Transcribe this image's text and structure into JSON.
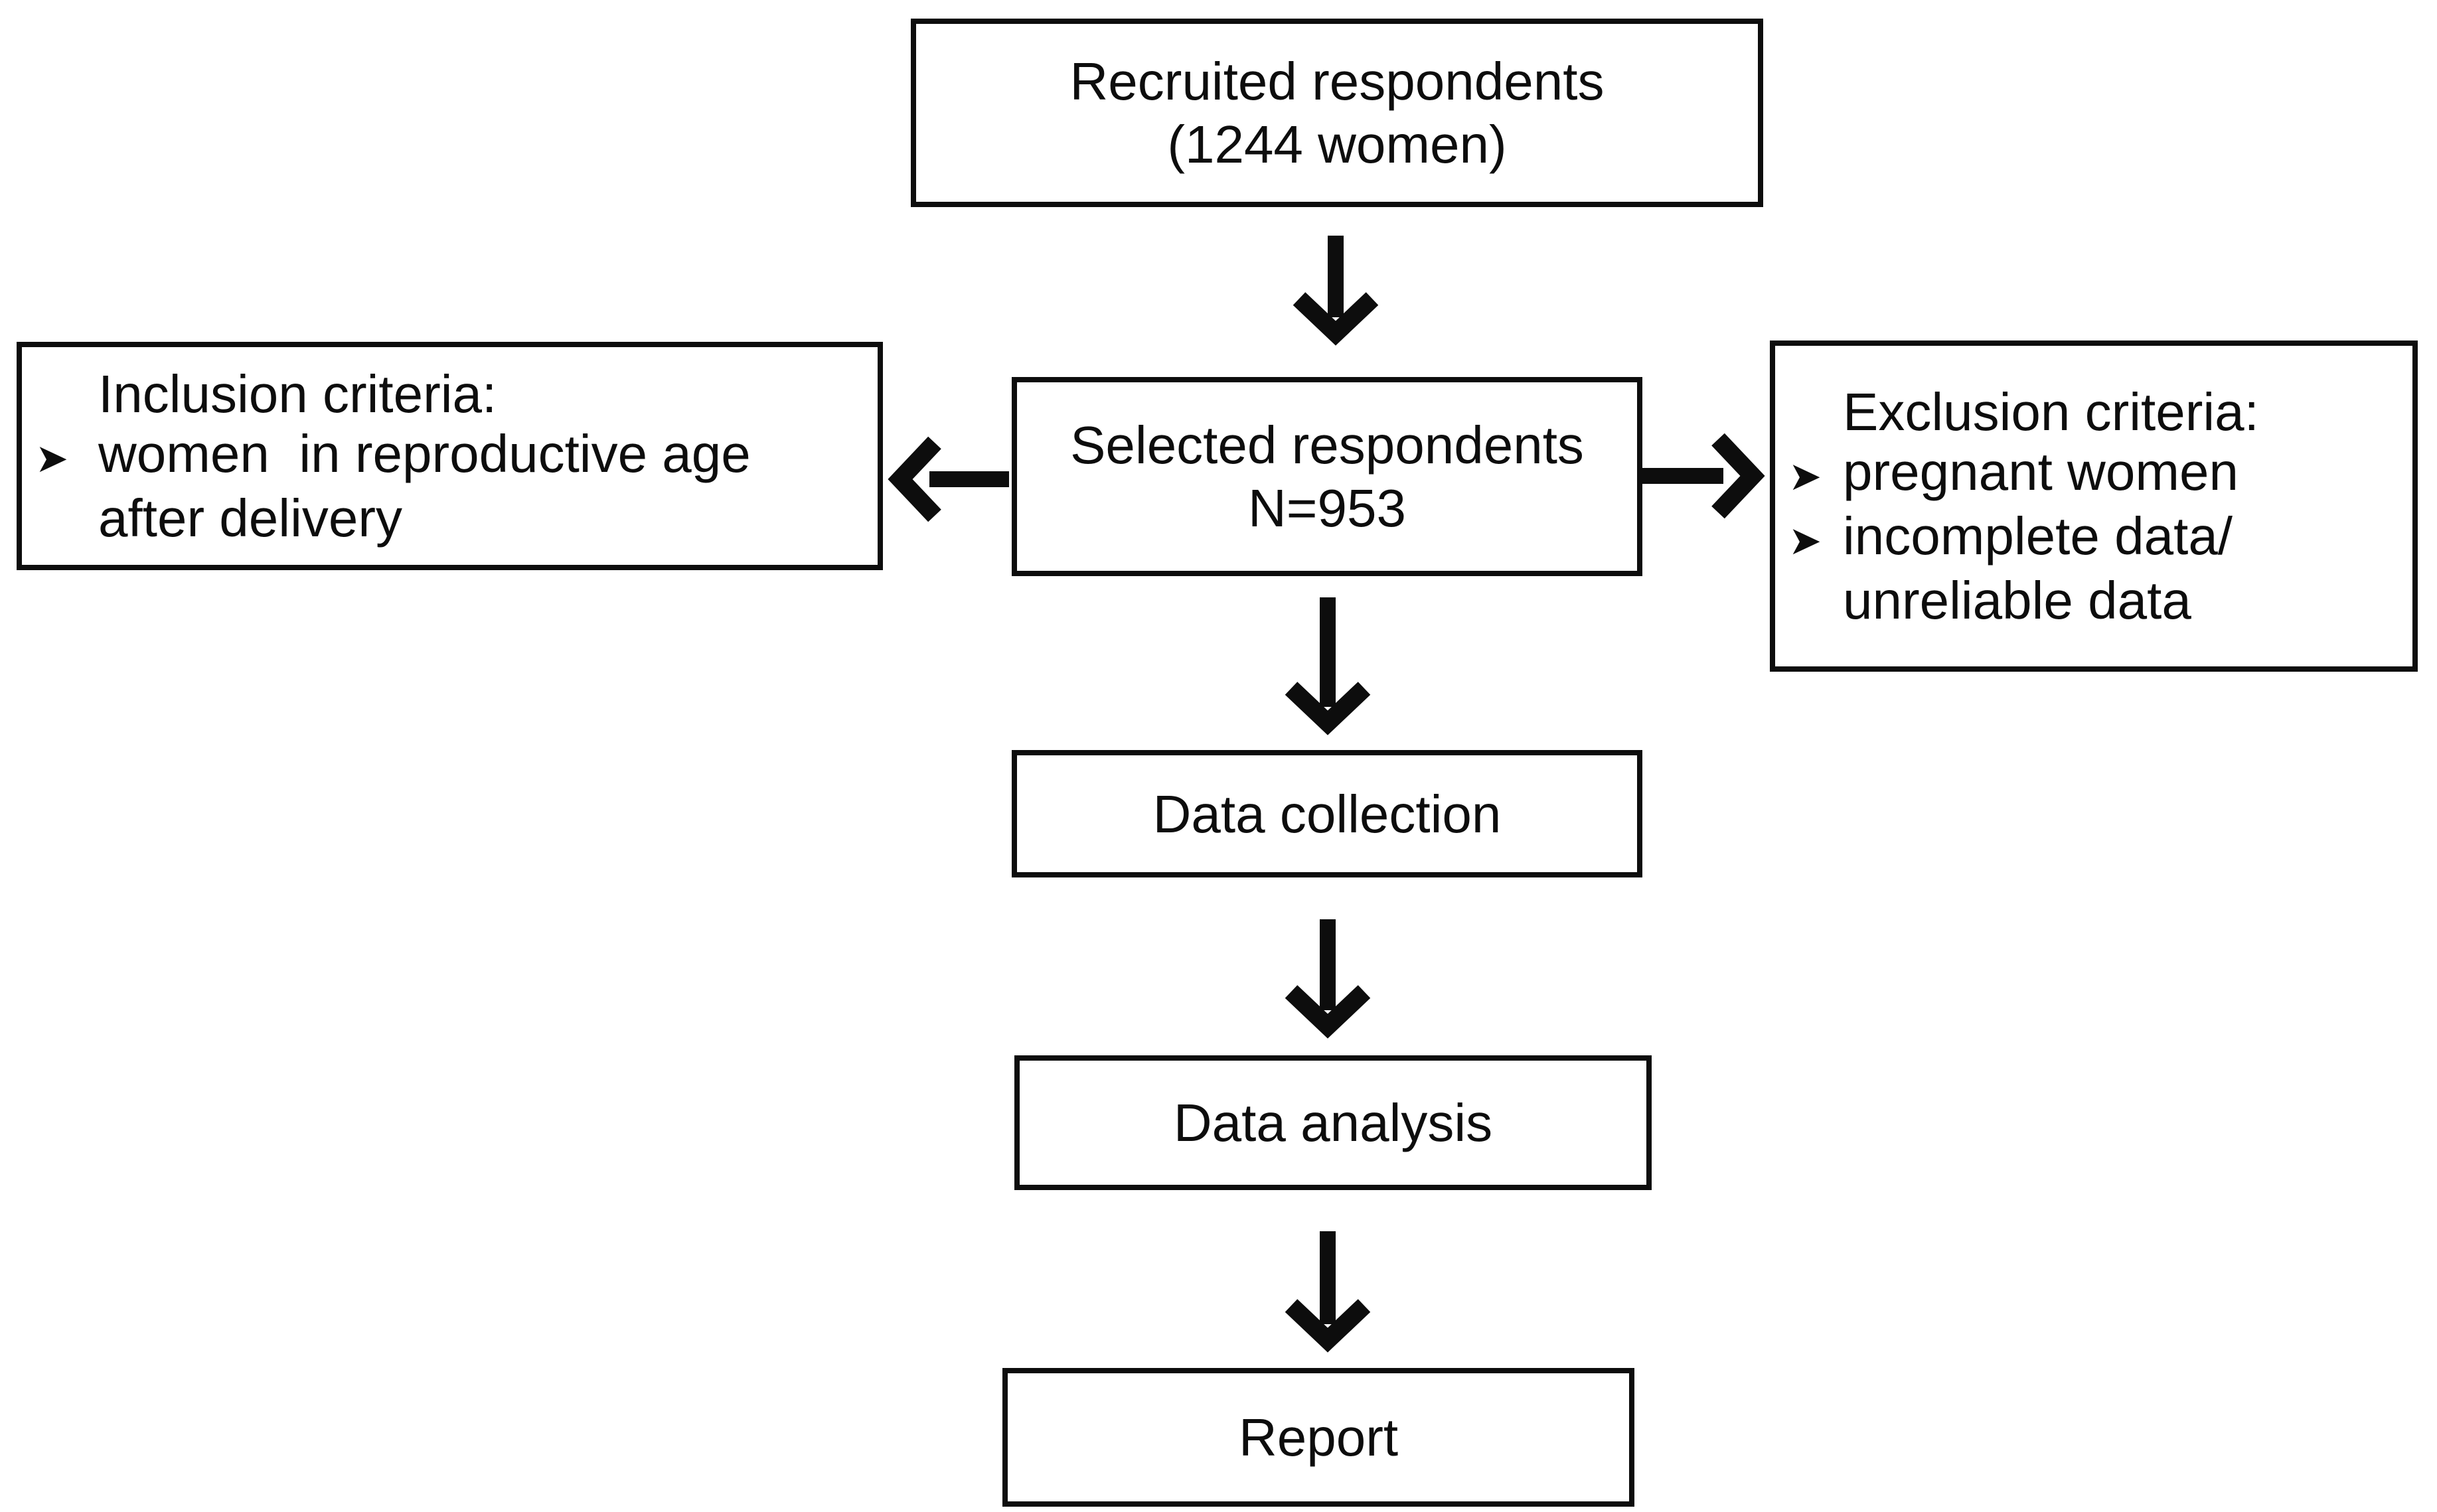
{
  "diagram": {
    "colors": {
      "ink": "#0d0d0d",
      "background": "#ffffff"
    },
    "bullet_glyph": "➤",
    "boxes": {
      "recruited": {
        "lines": [
          "Recruited respondents",
          "(1244 women)"
        ]
      },
      "selected": {
        "lines": [
          "Selected respondents",
          "N=953"
        ]
      },
      "inclusion": {
        "title": "Inclusion criteria:",
        "items": [
          {
            "lines": [
              "women  in reproductive age",
              "after delivery"
            ]
          }
        ]
      },
      "exclusion": {
        "title": "Exclusion criteria:",
        "items": [
          {
            "lines": [
              "pregnant women"
            ]
          },
          {
            "lines": [
              "incomplete data/",
              "unreliable data"
            ]
          }
        ]
      },
      "data_collection": {
        "label": "Data collection"
      },
      "data_analysis": {
        "label": "Data analysis"
      },
      "report": {
        "label": "Report"
      }
    }
  }
}
